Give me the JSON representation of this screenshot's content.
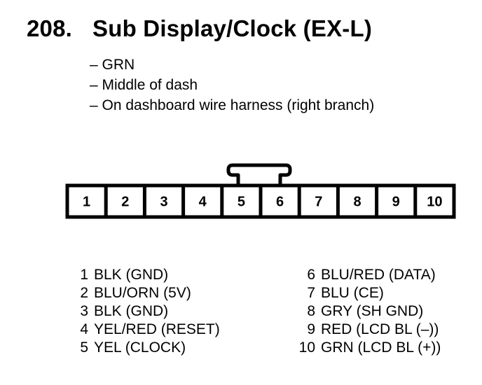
{
  "header": {
    "number": "208.",
    "title": "Sub Display/Clock (EX-L)"
  },
  "notes": [
    "– GRN",
    "– Middle of dash",
    "– On dashboard wire harness (right branch)"
  ],
  "connector": {
    "pins": [
      "1",
      "2",
      "3",
      "4",
      "5",
      "6",
      "7",
      "8",
      "9",
      "10"
    ]
  },
  "pinout_left": [
    {
      "num": "1",
      "desc": "BLK (GND)"
    },
    {
      "num": "2",
      "desc": "BLU/ORN (5V)"
    },
    {
      "num": "3",
      "desc": "BLK (GND)"
    },
    {
      "num": "4",
      "desc": "YEL/RED (RESET)"
    },
    {
      "num": "5",
      "desc": "YEL (CLOCK)"
    }
  ],
  "pinout_right": [
    {
      "num": "6",
      "desc": "BLU/RED (DATA)"
    },
    {
      "num": "7",
      "desc": "BLU (CE)"
    },
    {
      "num": "8",
      "desc": "GRY (SH GND)"
    },
    {
      "num": "9",
      "desc": "RED (LCD BL (–))"
    },
    {
      "num": "10",
      "desc": "GRN (LCD BL (+))"
    }
  ]
}
